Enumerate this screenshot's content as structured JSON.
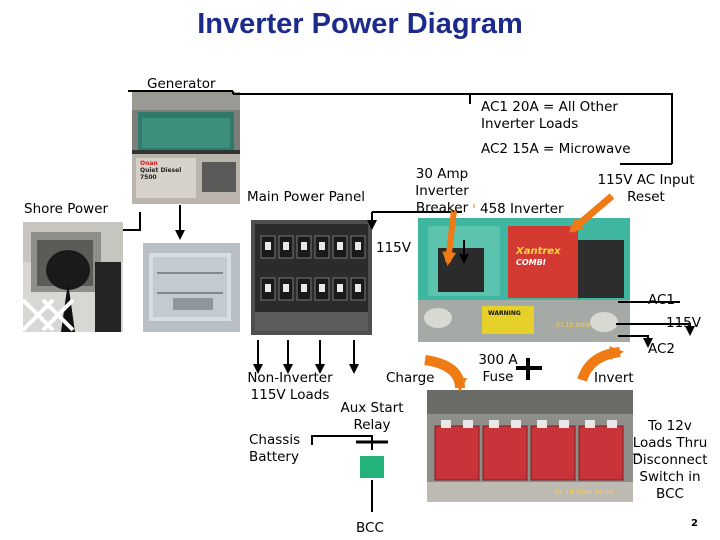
{
  "title": "Inverter Power Diagram",
  "labels": {
    "generator": "Generator",
    "ac1_line1": "AC1 20A = All Other",
    "ac1_line2": "Inverter Loads",
    "ac2_microwave": "AC2 15A = Microwave",
    "breaker_line1": "30 Amp",
    "breaker_line2": "Inverter",
    "breaker_line3": "Breaker",
    "main_power_panel": "Main Power Panel",
    "shore_power": "Shore Power",
    "inverter_458": "458 Inverter",
    "ac_input_line1": "115V AC Input",
    "ac_input_line2": "Reset",
    "v115_top": "115V",
    "ac1": "AC1",
    "v115_right": "115V",
    "ac2": "AC2",
    "non_inverter_line1": "Non-Inverter",
    "non_inverter_line2": "115V Loads",
    "charge": "Charge",
    "fuse_line1": "300 A",
    "fuse_line2": "Fuse",
    "invert": "Invert",
    "relay_line1": "Aux Start",
    "relay_line2": "Relay",
    "chassis_line1": "Chassis",
    "chassis_line2": "Battery",
    "to12v_line1": "To 12v",
    "to12v_line2": "Loads Thru",
    "to12v_line3": "Disconnect",
    "to12v_line4": "Switch in",
    "to12v_line5": "BCC",
    "bcc": "BCC"
  },
  "photo_stamps": {
    "generator_logo_line1": "Onan",
    "generator_logo_line2": "Quiet Diesel",
    "generator_logo_line3": "7500",
    "inverter_brand_line1": "Xantrex",
    "inverter_brand_line2": "COMBI",
    "warning": "WARNING",
    "date_panel": "07.18.2006",
    "date_battery": "07.18.2006 14:58"
  },
  "page_number": "2",
  "colors": {
    "title": "#1c2a8c",
    "orange_arrow": "#f07a14",
    "relay_green": "#22b27a",
    "arrow_black": "#000000"
  },
  "icons": [
    "generator-photo",
    "shore-power-photo",
    "main-panel-photo",
    "inverter-photo",
    "battery-photo",
    "relay-symbol",
    "fuse-symbol"
  ]
}
